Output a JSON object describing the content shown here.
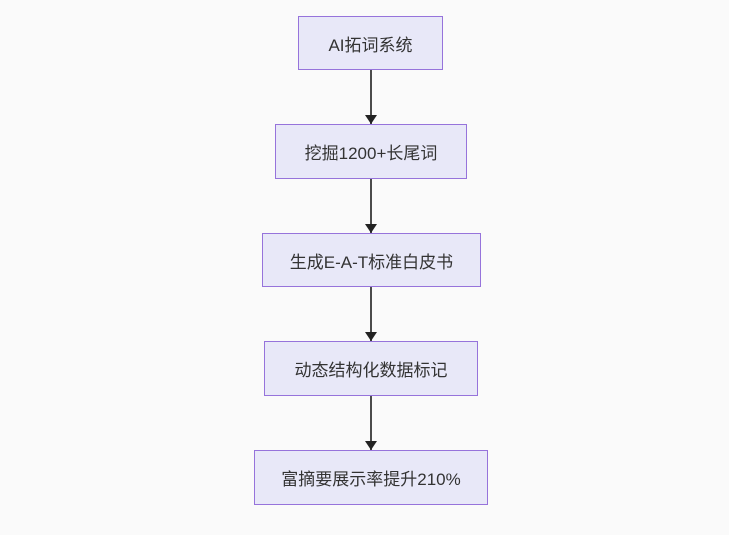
{
  "page": {
    "background_color": "#fafafa"
  },
  "flowchart": {
    "type": "flowchart",
    "direction": "top-down",
    "node_fill_color": "#e8e8f8",
    "node_border_color": "#9673db",
    "text_color": "#333333",
    "arrow_color": "#4b4b4b",
    "nodes": [
      {
        "label": "AI拓词系统"
      },
      {
        "label": "挖掘1200+长尾词"
      },
      {
        "label": "生成E-A-T标准白皮书"
      },
      {
        "label": "动态结构化数据标记"
      },
      {
        "label": "富摘要展示率提升210%"
      }
    ],
    "edges": [
      {
        "from": 0,
        "to": 1
      },
      {
        "from": 1,
        "to": 2
      },
      {
        "from": 2,
        "to": 3
      },
      {
        "from": 3,
        "to": 4
      }
    ]
  }
}
